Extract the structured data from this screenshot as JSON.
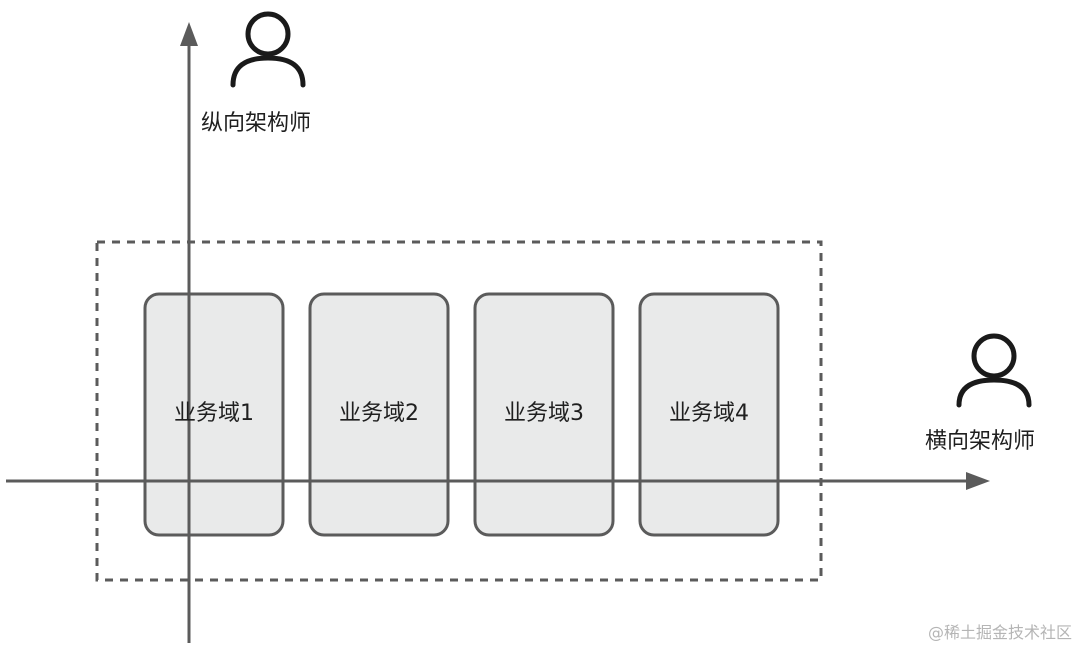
{
  "roles": {
    "vertical": "纵向架构师",
    "horizontal": "横向架构师"
  },
  "domains": [
    "业务域1",
    "业务域2",
    "业务域3",
    "业务域4"
  ],
  "watermark": "@稀土掘金技术社区",
  "icons": {
    "person": "person-icon",
    "arrow": "arrow-head-icon"
  },
  "colors": {
    "line": "#5b5b5b",
    "domain_fill": "#e9eaea",
    "domain_stroke": "#5b5b5b",
    "text": "#1f1f1f"
  }
}
